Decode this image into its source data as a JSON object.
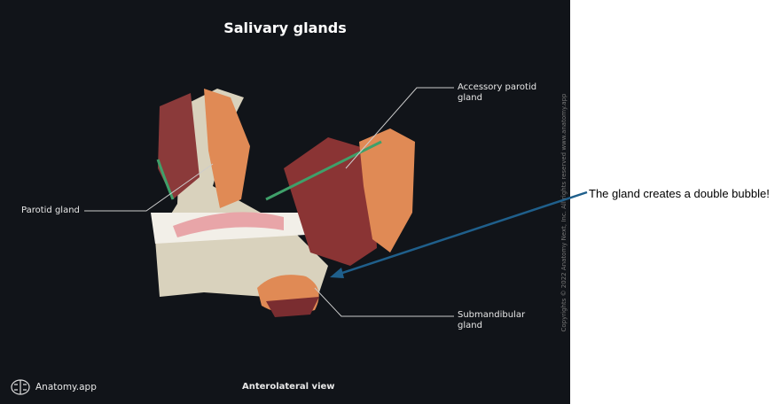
{
  "title": "Salivary glands",
  "labels": {
    "parotid": "Parotid gland",
    "accessory": "Accessory parotid gland",
    "submandibular": "Submandibular gland"
  },
  "view": "Anterolateral view",
  "brand": "Anatomy.app",
  "copyright": "Copyrights © 2022 Anatomy Next, Inc. All rights reserved www.anatomy.app",
  "annotation": {
    "text": "The gland creates a double bubble!",
    "arrow_color": "#1f5f8b"
  }
}
